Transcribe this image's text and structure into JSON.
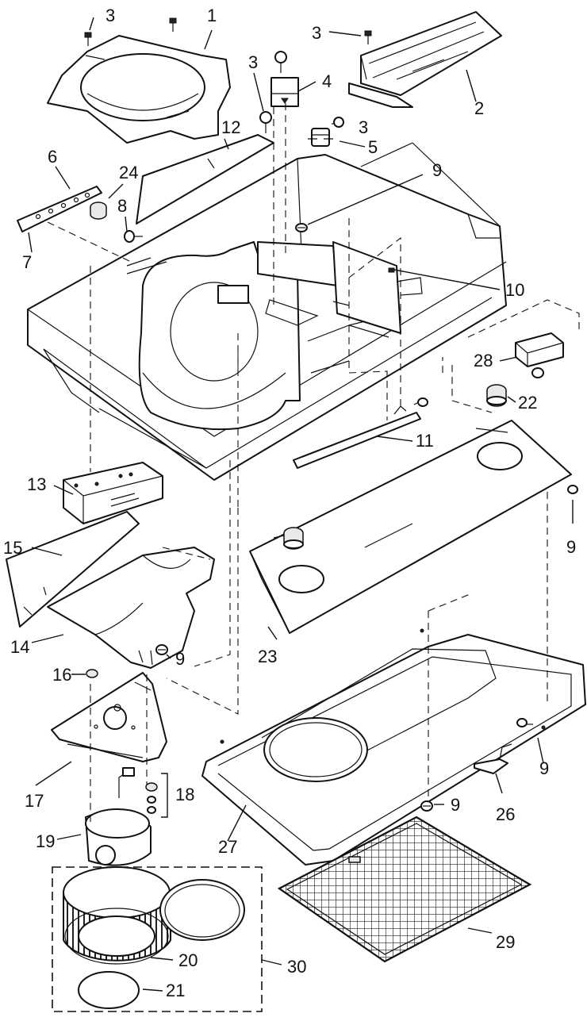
{
  "callouts": {
    "c1": "1",
    "c2": "2",
    "c3": "3",
    "c4": "4",
    "c5": "5",
    "c6": "6",
    "c7": "7",
    "c8": "8",
    "c9": "9",
    "c10": "10",
    "c11": "11",
    "c12": "12",
    "c13": "13",
    "c14": "14",
    "c15": "15",
    "c16": "16",
    "c17": "17",
    "c18": "18",
    "c19": "19",
    "c20": "20",
    "c21": "21",
    "c22": "22",
    "c23": "23",
    "c24": "24",
    "c26": "26",
    "c27": "27",
    "c28": "28",
    "c29": "29",
    "c30": "30"
  }
}
